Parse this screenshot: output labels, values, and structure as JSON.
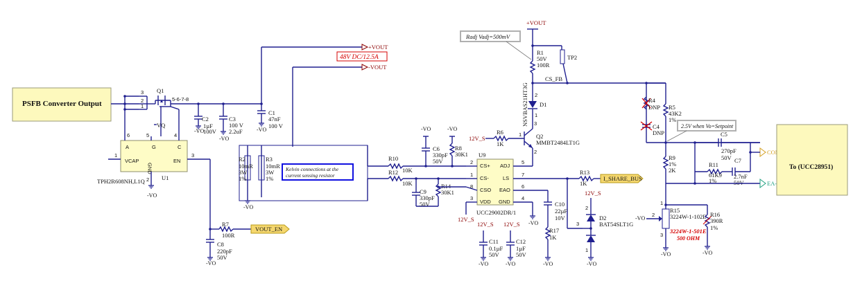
{
  "blocks": {
    "converter_output": "PSFB Converter Output",
    "to_controller": "To (UCC28951)"
  },
  "q1": {
    "ref": "Q1",
    "pins_top": "3",
    "pins_mid": "2",
    "pins_bot": "1",
    "pin_drain": "5-6-7-8"
  },
  "u1": {
    "ref": "U1",
    "part": "TPH2R608NH,L1Q",
    "pin_a": "A",
    "pin_g": "G",
    "pin_c": "C",
    "pin_vcap": "VCAP",
    "pin_gnd": "GND",
    "pin_en": "EN",
    "n6": "6",
    "n5": "5",
    "n4": "4",
    "n1": "1",
    "n2": "2",
    "n3": "3"
  },
  "u9": {
    "ref": "U9",
    "part": "UCC29002DR/1",
    "cs_plus": "CS+",
    "cs_minus": "CS-",
    "cso": "CSO",
    "vdd": "VDD",
    "adj": "ADJ",
    "ls": "LS",
    "eao": "EAO",
    "gnd": "GND",
    "n1": "1",
    "n2": "2",
    "n3": "3",
    "n4": "4",
    "n5": "5",
    "n6": "6",
    "n7": "7",
    "n8": "8"
  },
  "c2": {
    "ref": "C2",
    "v1": "1µF",
    "v2": "100V"
  },
  "c3": {
    "ref": "C3",
    "v1": "100 V",
    "v2": "2.2uF"
  },
  "c1": {
    "ref": "C1",
    "v1": "47nF",
    "v2": "100 V"
  },
  "r2": {
    "ref": "R2",
    "v1": "10mR",
    "v2": "3W",
    "v3": "1%"
  },
  "r3": {
    "ref": "R3",
    "v1": "10mR",
    "v2": "3W",
    "v3": "1%"
  },
  "r7": {
    "ref": "R7",
    "v1": "100R"
  },
  "c8": {
    "ref": "C8",
    "v1": "220pF",
    "v2": "50V"
  },
  "r10": {
    "ref": "R10",
    "v1": "10K"
  },
  "r12": {
    "ref": "R12",
    "v1": "10K"
  },
  "c6": {
    "ref": "C6",
    "v1": "330pF",
    "v2": "50V"
  },
  "r8": {
    "ref": "R8",
    "v1": "30K1"
  },
  "c9": {
    "ref": "C9",
    "v1": "330pF",
    "v2": "50V"
  },
  "r14": {
    "ref": "R14",
    "v1": "30K1"
  },
  "r6": {
    "ref": "R6",
    "v1": "1K"
  },
  "q2": {
    "ref": "Q2",
    "part": "MMBT2484LT1G",
    "n1": "1",
    "n2": "2",
    "n3": "3"
  },
  "d1": {
    "ref": "D1",
    "part": "NSVBAS21HT3G",
    "n1": "1",
    "n2": "2"
  },
  "r1": {
    "ref": "R1",
    "v1": "50V",
    "v2": "100R"
  },
  "tp2": {
    "ref": "TP2"
  },
  "r13": {
    "ref": "R13",
    "v1": "1K"
  },
  "c10": {
    "ref": "C10",
    "v1": "22µF",
    "v2": "10V"
  },
  "r17": {
    "ref": "R17",
    "v1": "1K"
  },
  "c11": {
    "ref": "C11",
    "v1": "0.1µF",
    "v2": "50V"
  },
  "c12": {
    "ref": "C12",
    "v1": "1µF",
    "v2": "50V"
  },
  "d2": {
    "ref": "D2",
    "part": "BAT54SLT1G",
    "n1": "1",
    "n2": "2",
    "n3": "3"
  },
  "r4": {
    "ref": "R4",
    "v1": "DNP"
  },
  "r5": {
    "ref": "R5",
    "v1": "43K2",
    "v2": "1%"
  },
  "c4": {
    "ref": "C4",
    "v1": "DNP"
  },
  "r9": {
    "ref": "R9",
    "v1": "1%",
    "v2": "2K"
  },
  "c5": {
    "ref": "C5",
    "v1": "270pF",
    "v2": "50V"
  },
  "r11": {
    "ref": "R11",
    "v1": "61K9",
    "v2": "1%"
  },
  "c7": {
    "ref": "C7",
    "v1": "2.7nF",
    "v2": "50V"
  },
  "r15": {
    "ref": "R15",
    "part": "3224W-1-102E",
    "n1": "1",
    "n2": "2",
    "n3": "3"
  },
  "r16": {
    "ref": "R16",
    "v1": "390R",
    "v2": "1%"
  },
  "nets": {
    "vout_plus": "+VOUT",
    "vout_minus": "-VOUT",
    "neg_vo": "-VO",
    "vq": "VQ",
    "v12s": "12V_S",
    "cs_fb": "CS_FB",
    "vout_en": "VOUT_EN",
    "ishare": "I_SHARE_BUS",
    "comp": "COMP",
    "ea_minus": "EA-"
  },
  "annotations": {
    "rating": "48V DC/12.5A",
    "kelvin": "Kelvin connections at the current sensing resistor",
    "radj": "Radj Vadj=500mV",
    "setpoint": "2.5V when Vo=Setpoint",
    "trim_part": "3224W-1-501E",
    "trim_value": "500 OHM"
  },
  "colors": {
    "wire": "#1f1f8f",
    "chip_fill": "#fefcc6",
    "net_label": "#f5d76e",
    "annotation_red": "#d40000",
    "kelvin_blue": "#1010e0"
  }
}
